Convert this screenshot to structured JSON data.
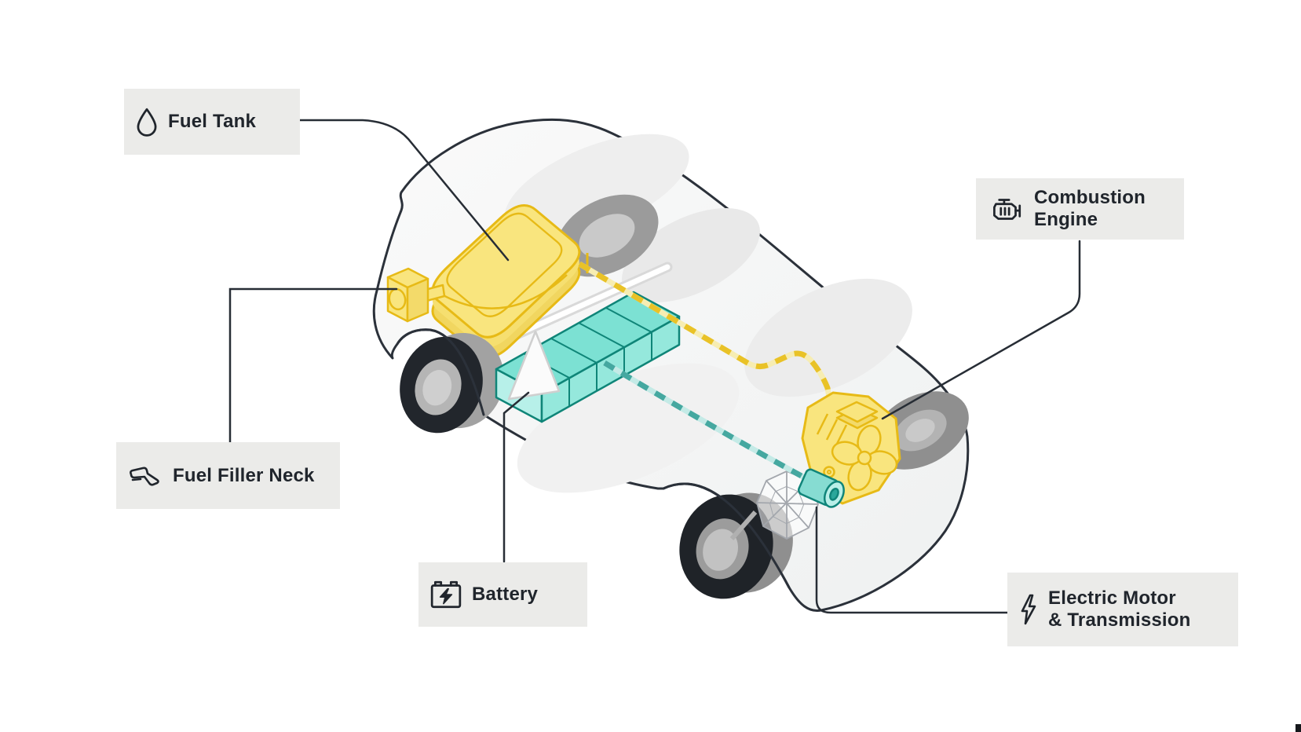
{
  "diagram": {
    "type": "hybrid-car-powertrain-cutaway",
    "labels": {
      "fuel_tank": {
        "text": "Fuel Tank",
        "icon": "droplet-icon"
      },
      "combustion_engine": {
        "line1": "Combustion",
        "line2": "Engine",
        "icon": "engine-icon"
      },
      "fuel_filler_neck": {
        "text": "Fuel Filler Neck",
        "icon": "fuel-nozzle-icon"
      },
      "battery": {
        "text": "Battery",
        "icon": "battery-icon"
      },
      "electric_motor_transmission": {
        "line1": "Electric Motor",
        "line2": "& Transmission",
        "icon": "lightning-bolt-icon"
      }
    },
    "palette": {
      "background": "#ffffff",
      "label_background": "#ebebe9",
      "label_text": "#20252c",
      "car_outline": "#2b313a",
      "fuel_yellow_fill": "#f9e57e",
      "fuel_yellow_stroke": "#e7ba16",
      "fuel_line_dash": "#e9c227",
      "fuel_line_base": "#f7edb2",
      "electric_teal_fill": "#7ce1d3",
      "electric_teal_stroke": "#10857a",
      "electric_line_dash": "#45a8a0",
      "electric_line_base": "#c4eae6",
      "wheel_gray": "#9b9b9b",
      "tire_black": "#22262c"
    }
  }
}
